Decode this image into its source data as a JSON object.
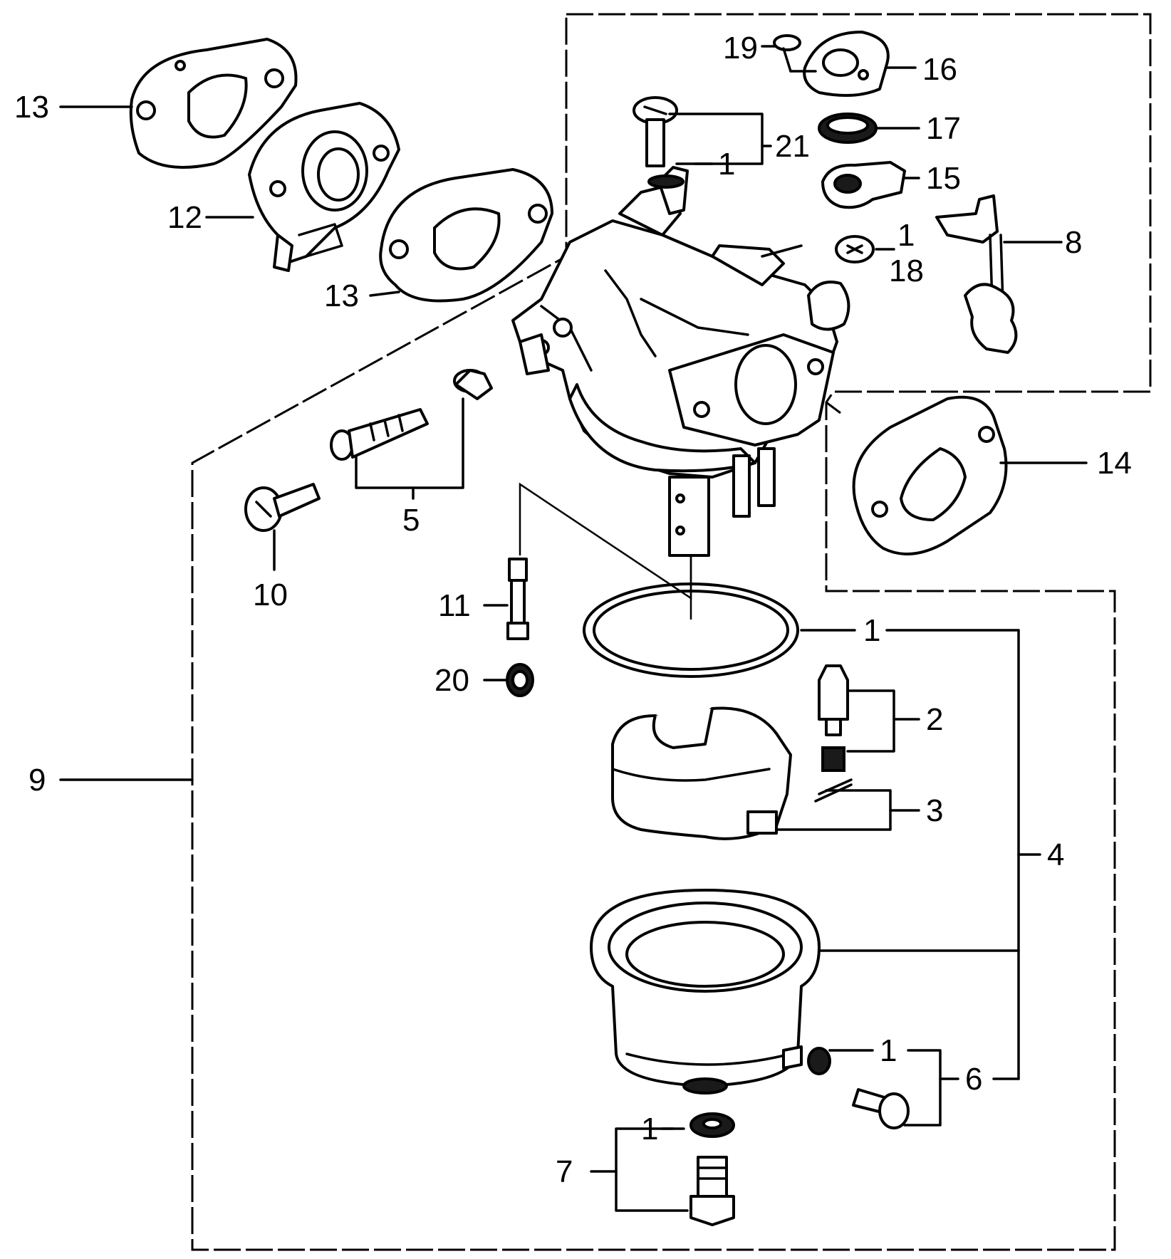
{
  "diagram": {
    "type": "exploded-parts-diagram",
    "subject": "carburetor assembly",
    "callouts": {
      "c1_float_chamber_gasket": "1",
      "c1_drain_screw_washer": "1",
      "c1_drain_bolt_washer": "1",
      "c1_top_washer": "1",
      "c1_idle_washer": "1",
      "c2": "2",
      "c3": "3",
      "c4": "4",
      "c5": "5",
      "c6": "6",
      "c7": "7",
      "c8": "8",
      "c9": "9",
      "c10": "10",
      "c11": "11",
      "c12": "12",
      "c13_top": "13",
      "c13_mid": "13",
      "c14": "14",
      "c15": "15",
      "c16": "16",
      "c17": "17",
      "c18": "18",
      "c19": "19",
      "c20": "20",
      "c21": "21"
    }
  }
}
